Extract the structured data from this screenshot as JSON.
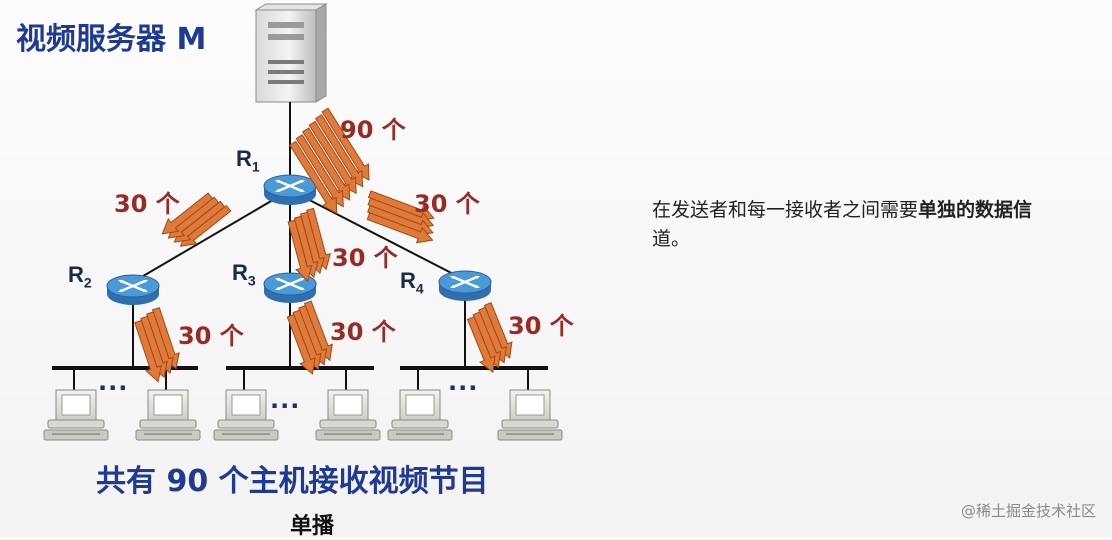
{
  "title": "视频服务器 M",
  "routers": [
    {
      "name": "R",
      "sub": "1"
    },
    {
      "name": "R",
      "sub": "2"
    },
    {
      "name": "R",
      "sub": "3"
    },
    {
      "name": "R",
      "sub": "4"
    }
  ],
  "flow_counts": {
    "server_to_r1": "90 个",
    "r1_to_r2": "30 个",
    "r1_to_r3": "30 个",
    "r1_to_r4": "30 个",
    "r2_to_lan": "30 个",
    "r3_to_lan": "30 个",
    "r4_to_lan": "30 个"
  },
  "ellipsis": "···",
  "summary": "共有 90 个主机接收视频节目",
  "caption": "单播",
  "note": {
    "text_plain": "在发送者和每一接收者之间需要",
    "text_bold": "单独的数据信",
    "text_tail": "道。"
  },
  "watermark": "@稀土掘金技术社区",
  "colors": {
    "title": "#1f3a93",
    "count": "#9a2a24",
    "arrow_fill": "#e07a3a",
    "arrow_stroke": "#a04a18",
    "router_top": "#4a9ad8",
    "router_side": "#2f6fb0"
  }
}
